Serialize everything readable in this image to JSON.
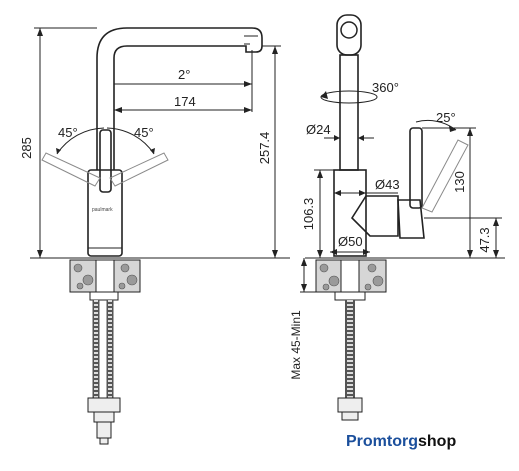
{
  "front_view": {
    "dims": {
      "height_total": "285",
      "spout_height": "257.4",
      "reach": "174",
      "spout_tilt": "2°",
      "lever_angle_left": "45°",
      "lever_angle_right": "45°"
    },
    "brand_mark": "paulmark"
  },
  "side_view": {
    "dims": {
      "rotation": "360°",
      "lever_angle": "25°",
      "diameter_spout": "Ø24",
      "diameter_body": "Ø43",
      "diameter_base": "Ø50",
      "body_height": "106.3",
      "lever_height": "130",
      "lever_base_height": "47.3",
      "thickness_note": "Max 45-Min1"
    }
  },
  "watermark": {
    "part1": "Promtorg",
    "part2": "shop"
  }
}
